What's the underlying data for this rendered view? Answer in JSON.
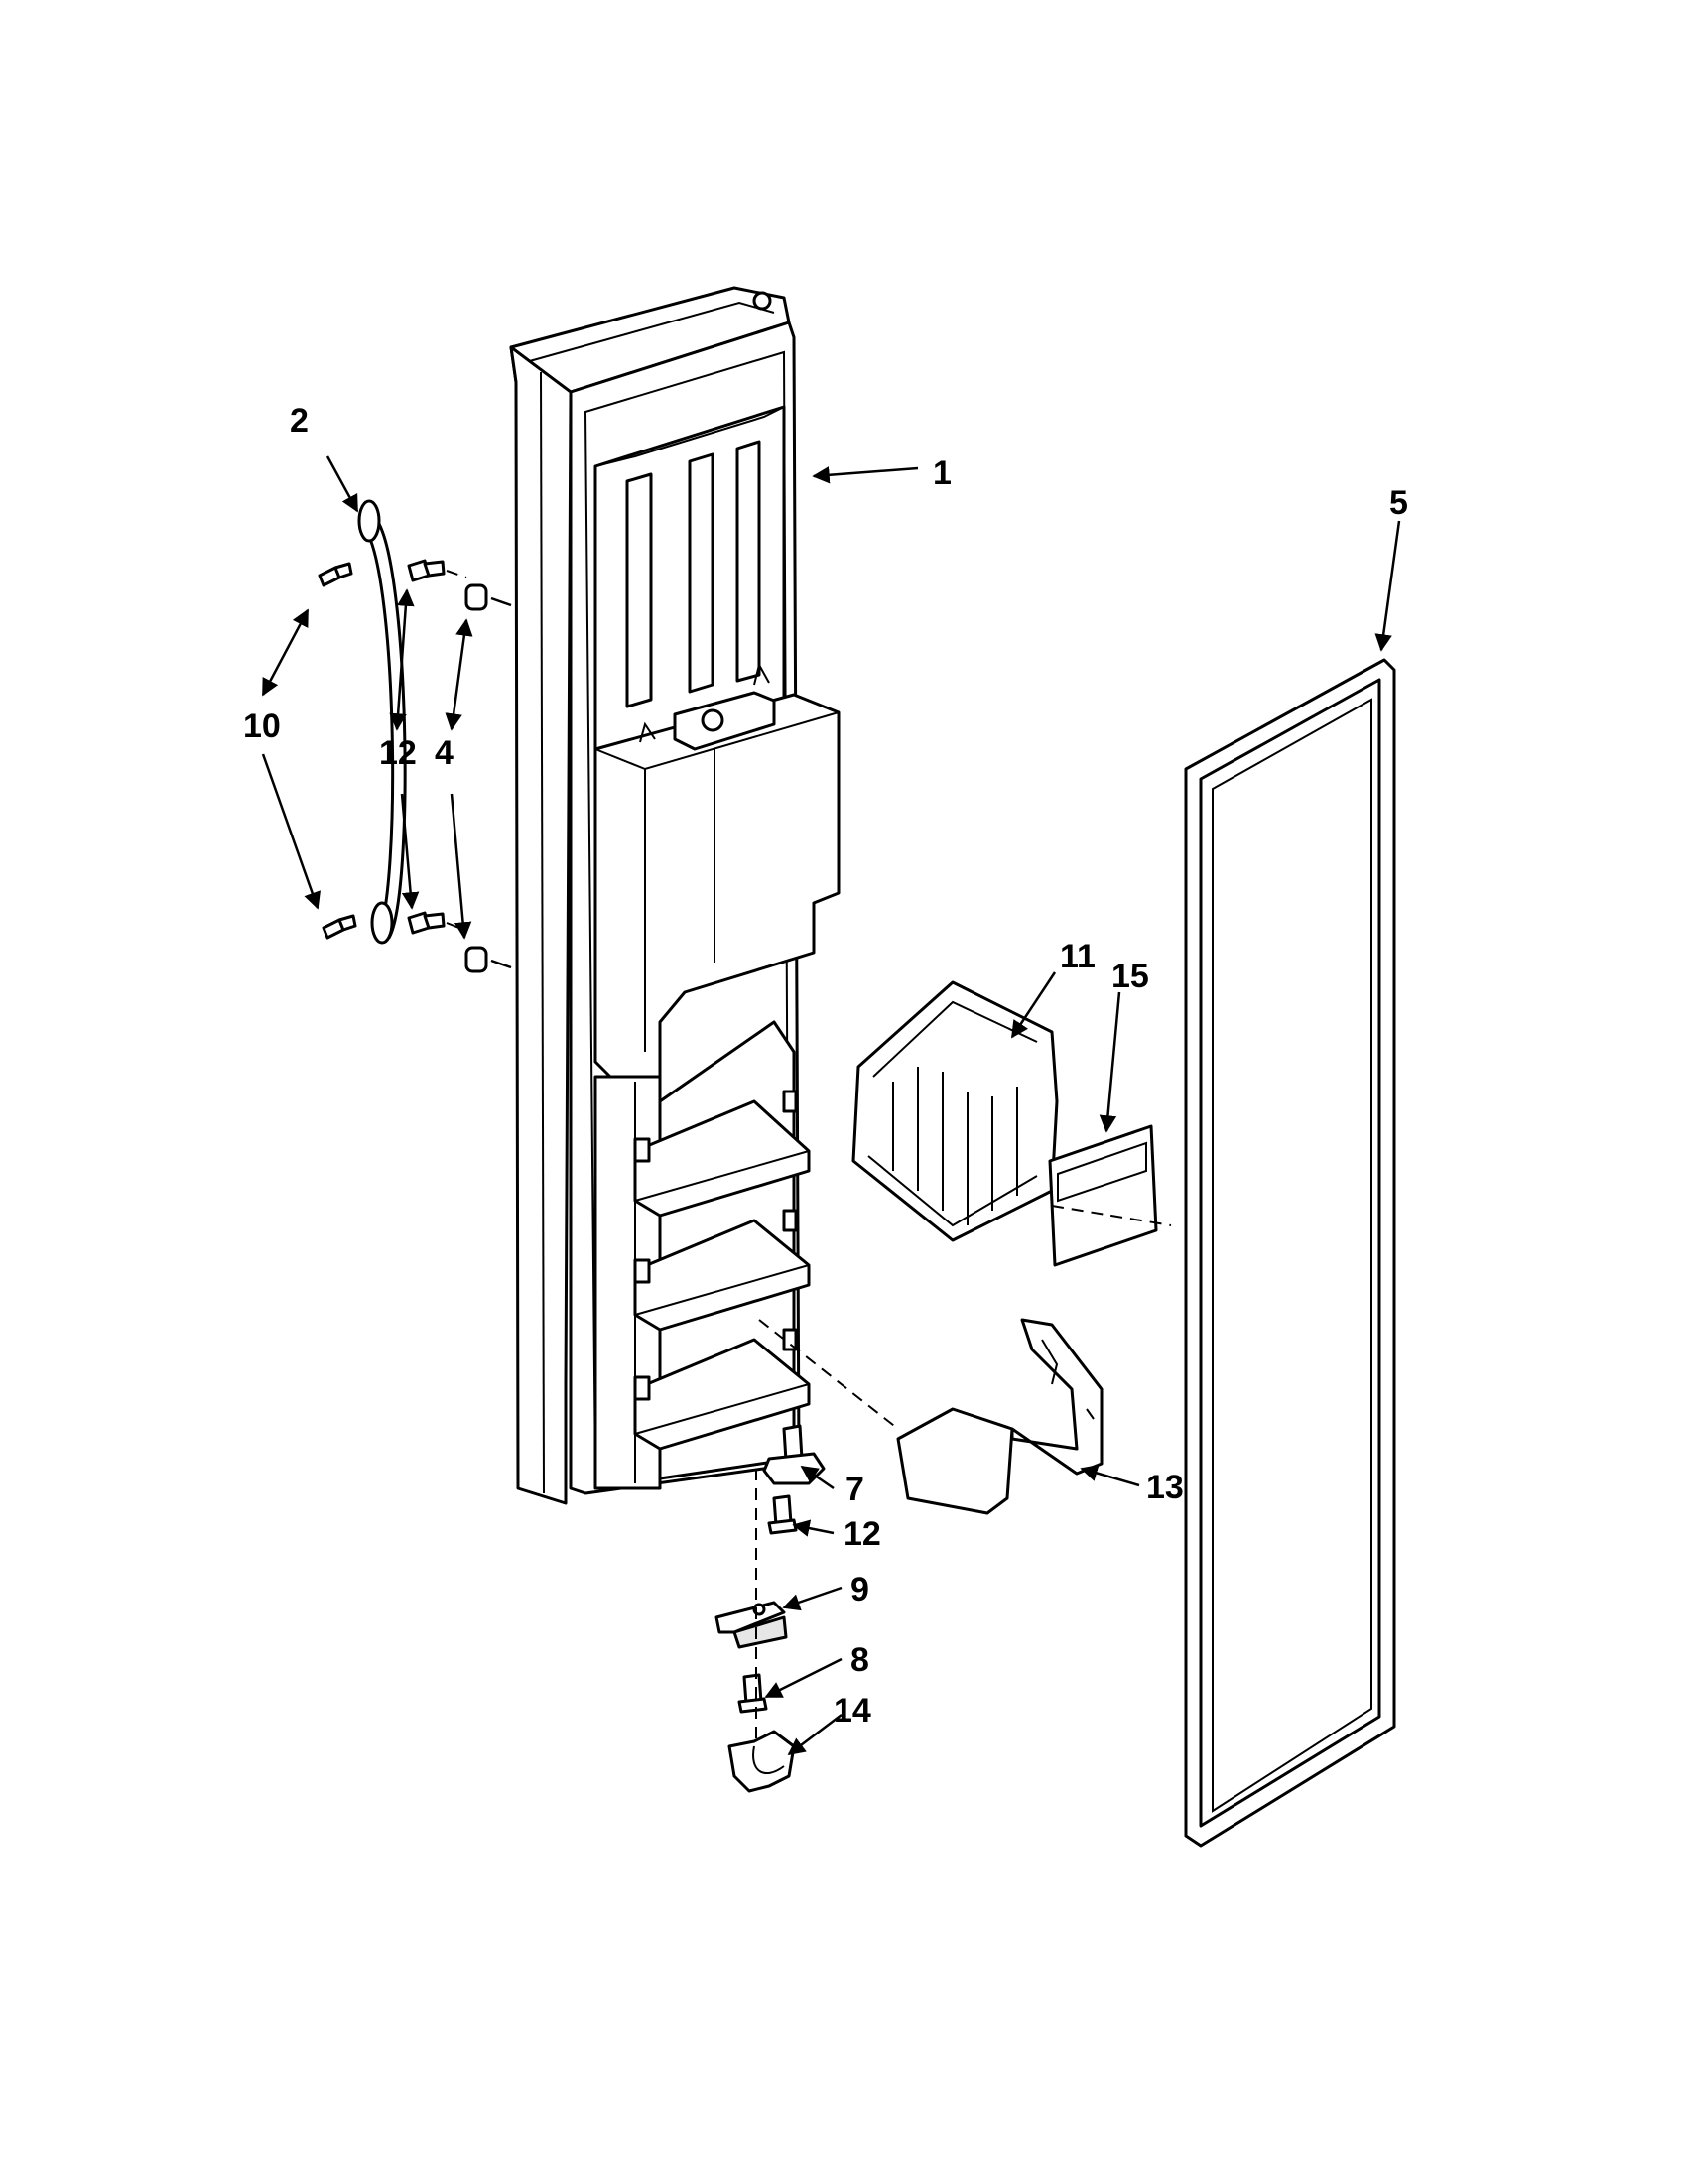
{
  "callouts": [
    {
      "id": "c1",
      "label": "1"
    },
    {
      "id": "c2",
      "label": "2"
    },
    {
      "id": "c4",
      "label": "4"
    },
    {
      "id": "c5",
      "label": "5"
    },
    {
      "id": "c7",
      "label": "7"
    },
    {
      "id": "c8",
      "label": "8"
    },
    {
      "id": "c9",
      "label": "9"
    },
    {
      "id": "c10",
      "label": "10"
    },
    {
      "id": "c11",
      "label": "11"
    },
    {
      "id": "c12a",
      "label": "12"
    },
    {
      "id": "c12b",
      "label": "12"
    },
    {
      "id": "c13",
      "label": "13"
    },
    {
      "id": "c14",
      "label": "14"
    },
    {
      "id": "c15",
      "label": "15"
    }
  ]
}
